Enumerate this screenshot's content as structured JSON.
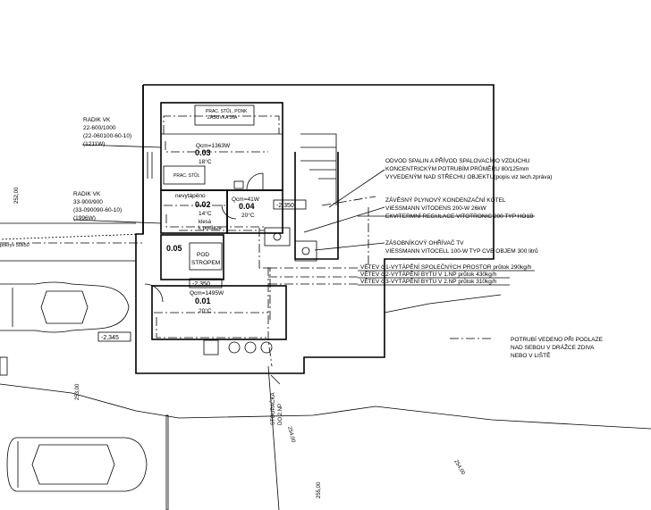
{
  "notes": {
    "radik1": [
      "RADIK VK",
      "22-600/1000",
      "(22-060100-60-10)",
      "(1211W)"
    ],
    "radik2": [
      "RADIK VK",
      "33-900/900",
      "(33-090090-60-10)",
      "(1996W)"
    ],
    "flue": [
      "ODVOD SPALIN A PŘÍVOD SPALOVACÍHO VZDUCHU",
      "KONCENTRICKÝM POTRUBÍM PRŮMĚRU 80/125mm",
      "VYVEDENÝM NAD STŘECHU OBJEKTU(popis viz tech.zpráva)"
    ],
    "boiler": [
      "ZÁVĚSNÝ PLYNOVÝ KONDENZAČNÍ KOTEL",
      "VIESSMANN VITODENS 200-W 26kW",
      "EKVITERMNÍ REGULACE VITOTRONIC 200 TYP HO1B"
    ],
    "tank": [
      "ZÁSOBNÍKOVÝ OHŘÍVAČ TV",
      "VIESSMANN VITOCELL 100-W TYP CVB OBJEM 300 litrů"
    ],
    "branches": [
      "VĚTEV č.1-VYTÁPĚNÍ SPOLEČNÝCH PROSTOR průtok 290kg/h",
      "VĚTEV č.2-VYTÁPĚNÍ BYTU V 1.NP průtok 430kg/h",
      "VĚTEV č.3-VYTÁPĚNÍ BYTU V 2.NP průtok 310kg/h"
    ],
    "legend": [
      "POTRUBÍ VEDENO PŘI PODLAZE",
      "NAD SEBOU V DRÁŽCE ZDIVA",
      "NEBO V LIŠTĚ"
    ],
    "riser": [
      "STOUPAČKA",
      "DO 2.NP"
    ],
    "pokryv": "pokryv 50x50"
  },
  "rooms": {
    "r003": {
      "q": "Qcm=1363W",
      "num": "0.03",
      "temp": "18°C"
    },
    "r002": {
      "label": "nevytápěno",
      "num": "0.02",
      "temp": "14°C",
      "extra1": "klesá",
      "extra2": "k podlaze"
    },
    "r004": {
      "q": "Qcm=41W",
      "num": "0.04",
      "temp": "20°C"
    },
    "r005": {
      "num": "0.05",
      "label1": "POD",
      "label2": "STROPEM"
    },
    "r001": {
      "q": "Qcm=1495W",
      "num": "0.01",
      "temp": "20°C"
    }
  },
  "furniture": {
    "desk1": [
      "PRAC. STŮL, PONK",
      "ZÁSUVKA 16A"
    ],
    "desk2": "PRAC. STŮL"
  },
  "levels": {
    "l1": "-2,350",
    "l2": "-2,350",
    "l3": "-2,345"
  },
  "elevations": {
    "e1": "252,00",
    "e2": "253,00",
    "e3": "254,00",
    "e4": "254,00",
    "e5": "255,00"
  }
}
